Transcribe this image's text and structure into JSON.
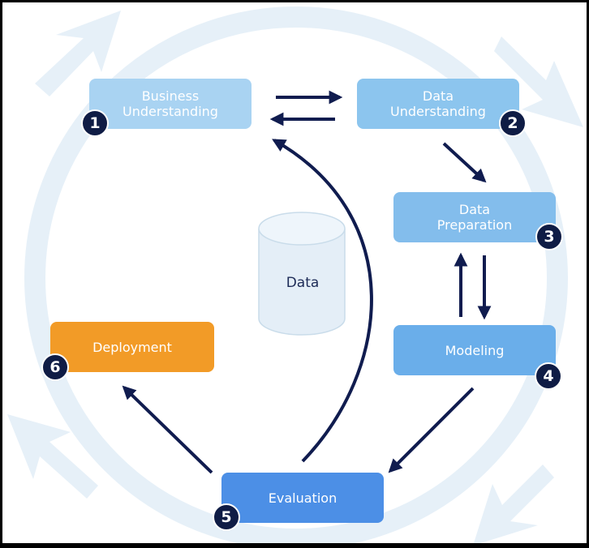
{
  "stages": [
    {
      "number": "1",
      "label": "Business\nUnderstanding",
      "color": "#a9d3f2"
    },
    {
      "number": "2",
      "label": "Data\nUnderstanding",
      "color": "#8cc5ee"
    },
    {
      "number": "3",
      "label": "Data\nPreparation",
      "color": "#83bdec"
    },
    {
      "number": "4",
      "label": "Modeling",
      "color": "#6aaeea"
    },
    {
      "number": "5",
      "label": "Evaluation",
      "color": "#4c8fe6"
    },
    {
      "number": "6",
      "label": "Deployment",
      "color": "#f29b27"
    }
  ],
  "center": {
    "label": "Data"
  },
  "colors": {
    "arrow": "#101c4f",
    "ring": "#e6f0f8",
    "cylinder": "#e4eef7",
    "badge": "#0f1c45"
  }
}
